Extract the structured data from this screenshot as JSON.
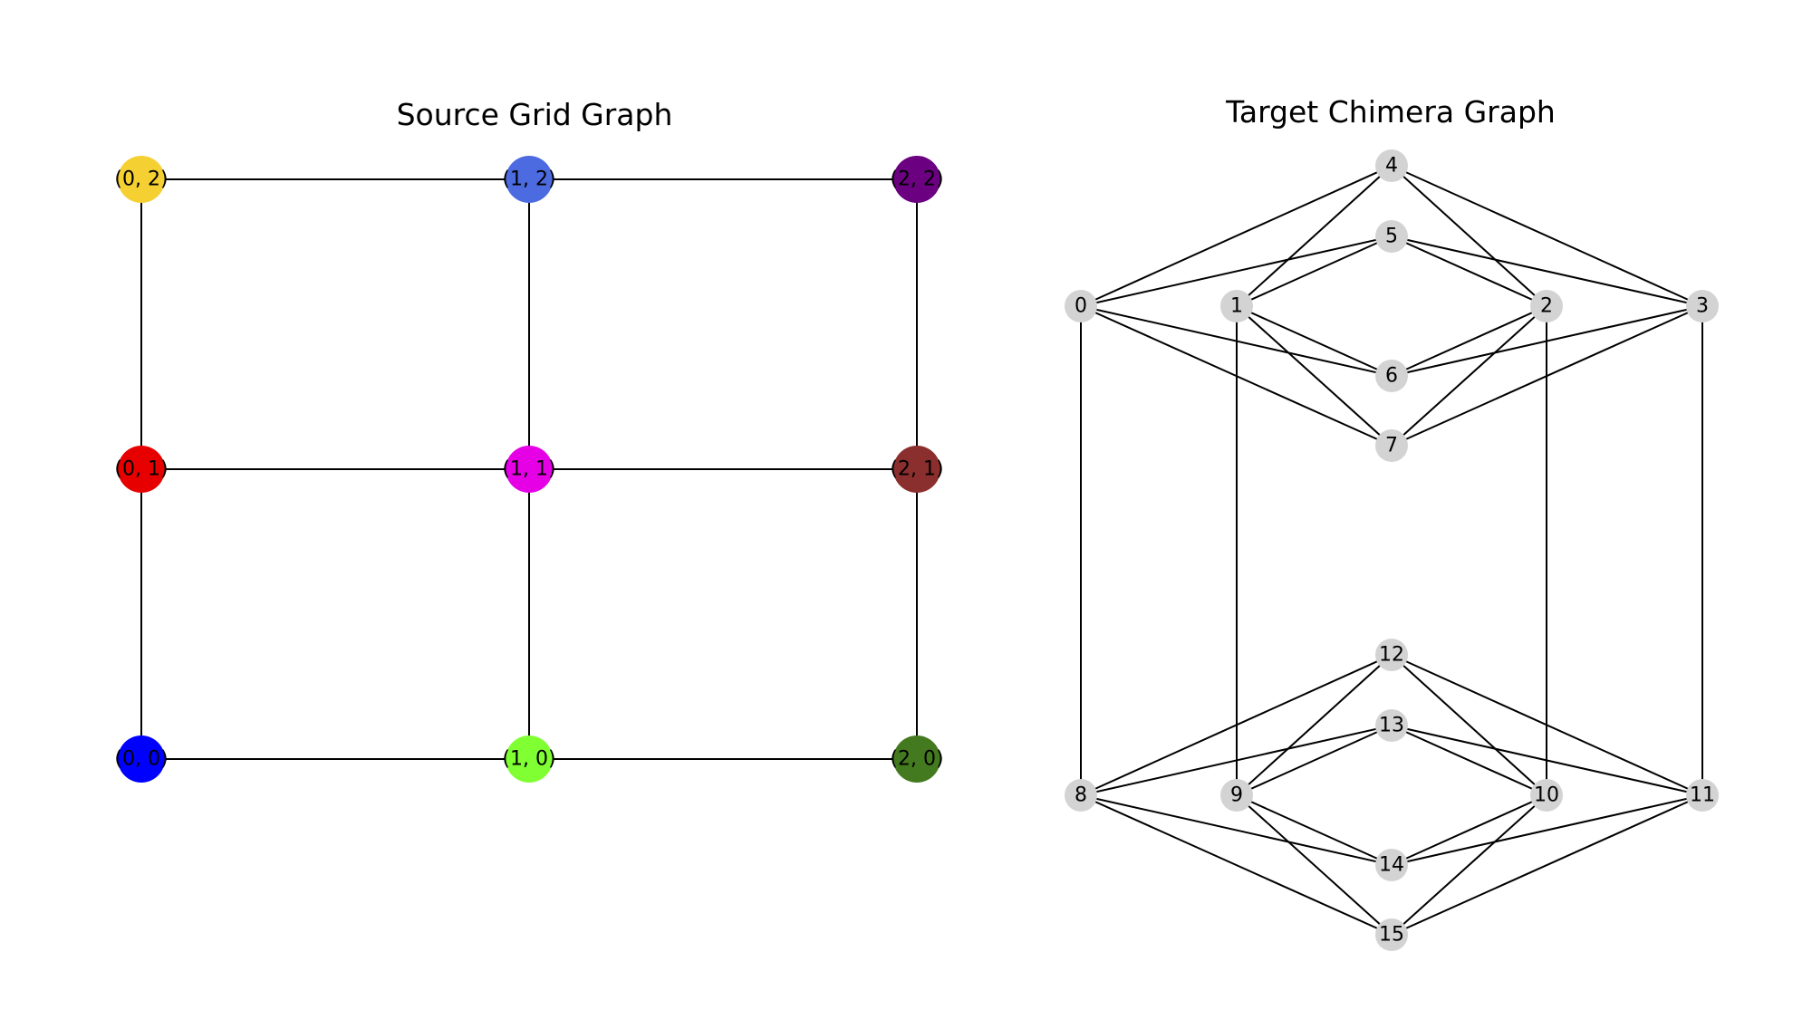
{
  "source_graph": {
    "title": "Source Grid Graph",
    "nodes": [
      {
        "id": "0,0",
        "label": "(0, 0)",
        "color": "#0000ff"
      },
      {
        "id": "0,1",
        "label": "(0, 1)",
        "color": "#e60000"
      },
      {
        "id": "0,2",
        "label": "(0, 2)",
        "color": "#f5d033"
      },
      {
        "id": "1,0",
        "label": "(1, 0)",
        "color": "#80ff33"
      },
      {
        "id": "1,1",
        "label": "(1, 1)",
        "color": "#e600e6"
      },
      {
        "id": "1,2",
        "label": "(1, 2)",
        "color": "#4d6be0"
      },
      {
        "id": "2,0",
        "label": "(2, 0)",
        "color": "#447a1f"
      },
      {
        "id": "2,1",
        "label": "(2, 1)",
        "color": "#8b2e2e"
      },
      {
        "id": "2,2",
        "label": "(2, 2)",
        "color": "#6b0080"
      }
    ],
    "edges": [
      [
        "0,0",
        "1,0"
      ],
      [
        "1,0",
        "2,0"
      ],
      [
        "0,1",
        "1,1"
      ],
      [
        "1,1",
        "2,1"
      ],
      [
        "0,2",
        "1,2"
      ],
      [
        "1,2",
        "2,2"
      ],
      [
        "0,0",
        "0,1"
      ],
      [
        "0,1",
        "0,2"
      ],
      [
        "1,0",
        "1,1"
      ],
      [
        "1,1",
        "1,2"
      ],
      [
        "2,0",
        "2,1"
      ],
      [
        "2,1",
        "2,2"
      ]
    ]
  },
  "target_graph": {
    "title": "Target Chimera Graph",
    "node_color": "#d3d3d3",
    "nodes": [
      {
        "id": "0",
        "label": "0"
      },
      {
        "id": "1",
        "label": "1"
      },
      {
        "id": "2",
        "label": "2"
      },
      {
        "id": "3",
        "label": "3"
      },
      {
        "id": "4",
        "label": "4"
      },
      {
        "id": "5",
        "label": "5"
      },
      {
        "id": "6",
        "label": "6"
      },
      {
        "id": "7",
        "label": "7"
      },
      {
        "id": "8",
        "label": "8"
      },
      {
        "id": "9",
        "label": "9"
      },
      {
        "id": "10",
        "label": "10"
      },
      {
        "id": "11",
        "label": "11"
      },
      {
        "id": "12",
        "label": "12"
      },
      {
        "id": "13",
        "label": "13"
      },
      {
        "id": "14",
        "label": "14"
      },
      {
        "id": "15",
        "label": "15"
      }
    ],
    "edges": [
      [
        "0",
        "4"
      ],
      [
        "0",
        "5"
      ],
      [
        "0",
        "6"
      ],
      [
        "0",
        "7"
      ],
      [
        "1",
        "4"
      ],
      [
        "1",
        "5"
      ],
      [
        "1",
        "6"
      ],
      [
        "1",
        "7"
      ],
      [
        "2",
        "4"
      ],
      [
        "2",
        "5"
      ],
      [
        "2",
        "6"
      ],
      [
        "2",
        "7"
      ],
      [
        "3",
        "4"
      ],
      [
        "3",
        "5"
      ],
      [
        "3",
        "6"
      ],
      [
        "3",
        "7"
      ],
      [
        "8",
        "12"
      ],
      [
        "8",
        "13"
      ],
      [
        "8",
        "14"
      ],
      [
        "8",
        "15"
      ],
      [
        "9",
        "12"
      ],
      [
        "9",
        "13"
      ],
      [
        "9",
        "14"
      ],
      [
        "9",
        "15"
      ],
      [
        "10",
        "12"
      ],
      [
        "10",
        "13"
      ],
      [
        "10",
        "14"
      ],
      [
        "10",
        "15"
      ],
      [
        "11",
        "12"
      ],
      [
        "11",
        "13"
      ],
      [
        "11",
        "14"
      ],
      [
        "11",
        "15"
      ],
      [
        "0",
        "8"
      ],
      [
        "1",
        "9"
      ],
      [
        "2",
        "10"
      ],
      [
        "3",
        "11"
      ]
    ]
  }
}
